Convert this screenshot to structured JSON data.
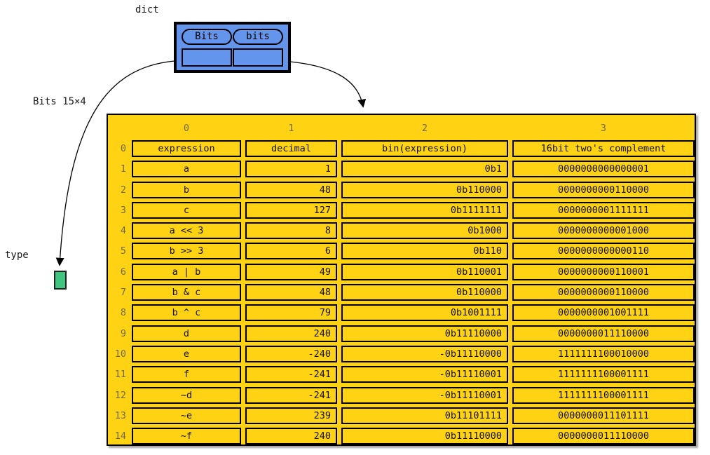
{
  "labels": {
    "dict": "dict",
    "table_type": "Bits 15×4",
    "type": "type"
  },
  "dict_box": {
    "keys": [
      "Bits",
      "bits"
    ]
  },
  "colors": {
    "dict_fill": "#6495ED",
    "table_fill": "#FFD213",
    "type_fill": "#41C47D",
    "index_text": "#6f6b52"
  },
  "table": {
    "col_indices": [
      "0",
      "1",
      "2",
      "3"
    ],
    "rows": [
      {
        "index": "0",
        "cells": [
          "expression",
          "decimal",
          "bin(expression)",
          "16bit two's complement"
        ]
      },
      {
        "index": "1",
        "cells": [
          "a",
          "1",
          "0b1",
          "0000000000000001"
        ]
      },
      {
        "index": "2",
        "cells": [
          "b",
          "48",
          "0b110000",
          "0000000000110000"
        ]
      },
      {
        "index": "3",
        "cells": [
          "c",
          "127",
          "0b1111111",
          "0000000001111111"
        ]
      },
      {
        "index": "4",
        "cells": [
          "a << 3",
          "8",
          "0b1000",
          "0000000000001000"
        ]
      },
      {
        "index": "5",
        "cells": [
          "b >> 3",
          "6",
          "0b110",
          "0000000000000110"
        ]
      },
      {
        "index": "6",
        "cells": [
          "a | b",
          "49",
          "0b110001",
          "0000000000110001"
        ]
      },
      {
        "index": "7",
        "cells": [
          "b & c",
          "48",
          "0b110000",
          "0000000000110000"
        ]
      },
      {
        "index": "8",
        "cells": [
          "b ^ c",
          "79",
          "0b1001111",
          "0000000001001111"
        ]
      },
      {
        "index": "9",
        "cells": [
          "d",
          "240",
          "0b11110000",
          "0000000011110000"
        ]
      },
      {
        "index": "10",
        "cells": [
          "e",
          "-240",
          "-0b11110000",
          "1111111100010000"
        ]
      },
      {
        "index": "11",
        "cells": [
          "f",
          "-241",
          "-0b11110001",
          "1111111100001111"
        ]
      },
      {
        "index": "12",
        "cells": [
          "~d",
          "-241",
          "-0b11110001",
          "1111111100001111"
        ]
      },
      {
        "index": "13",
        "cells": [
          "~e",
          "239",
          "0b11101111",
          "0000000011101111"
        ]
      },
      {
        "index": "14",
        "cells": [
          "~f",
          "240",
          "0b11110000",
          "0000000011110000"
        ]
      }
    ]
  }
}
